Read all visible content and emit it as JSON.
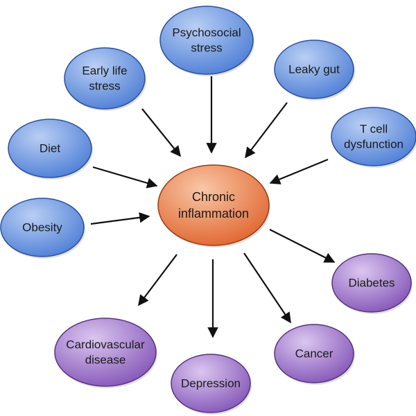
{
  "colors": {
    "cause_fill": "#4f7fd6",
    "cause_highlight": "#b9cff4",
    "cause_stroke": "#2b4f9a",
    "center_fill": "#e0652f",
    "center_highlight": "#f9c7a6",
    "center_stroke": "#9a3b14",
    "effect_fill": "#8557b8",
    "effect_highlight": "#dbc6f0",
    "effect_stroke": "#563280",
    "arrow": "#111111"
  },
  "center": {
    "id": "chronic-inflammation",
    "lines": [
      "Chronic",
      "inflammation"
    ]
  },
  "causes": [
    {
      "id": "psychosocial-stress",
      "lines": [
        "Psychosocial",
        "stress"
      ]
    },
    {
      "id": "early-life-stress",
      "lines": [
        "Early life",
        "stress"
      ]
    },
    {
      "id": "leaky-gut",
      "lines": [
        "Leaky gut"
      ]
    },
    {
      "id": "diet",
      "lines": [
        "Diet"
      ]
    },
    {
      "id": "t-cell-dysfunction",
      "lines": [
        "T cell",
        "dysfunction"
      ]
    },
    {
      "id": "obesity",
      "lines": [
        "Obesity"
      ]
    }
  ],
  "effects": [
    {
      "id": "diabetes",
      "lines": [
        "Diabetes"
      ]
    },
    {
      "id": "cardiovascular-disease",
      "lines": [
        "Cardiovascular",
        "disease"
      ]
    },
    {
      "id": "cancer",
      "lines": [
        "Cancer"
      ]
    },
    {
      "id": "depression",
      "lines": [
        "Depression"
      ]
    }
  ]
}
